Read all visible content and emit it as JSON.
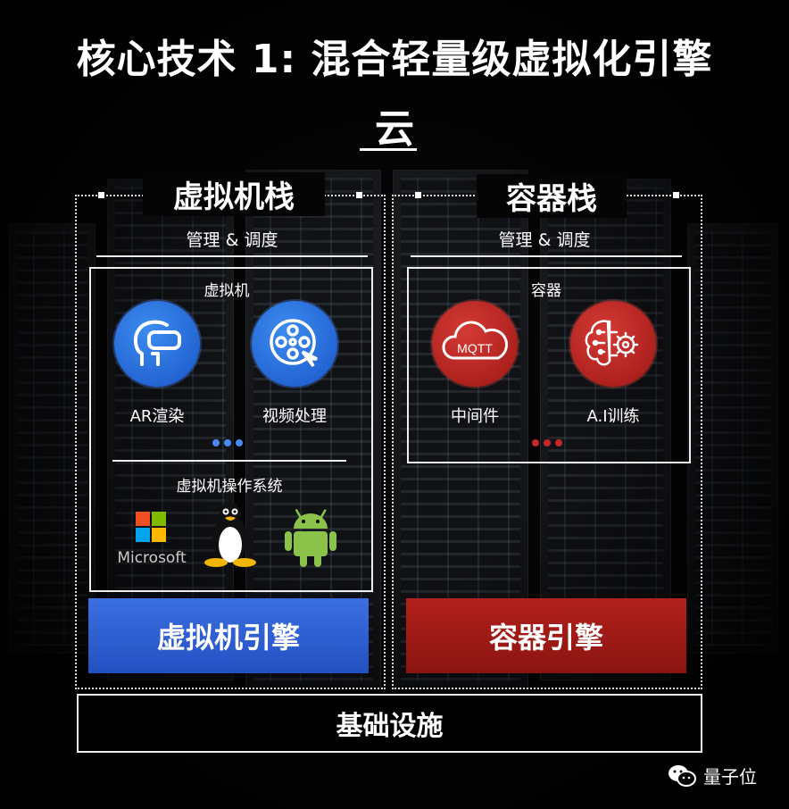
{
  "title": "核心技术 1: 混合轻量级虚拟化引擎",
  "cloud": "云",
  "vm_stack": {
    "title": "虚拟机栈",
    "management": "管理 & 调度",
    "box_label": "虚拟机",
    "apps": [
      {
        "label": "AR渲染",
        "icon": "vr-headset-icon"
      },
      {
        "label": "视频处理",
        "icon": "film-reel-icon"
      }
    ],
    "os_label": "虚拟机操作系统",
    "os_logos": [
      {
        "label": "Microsoft",
        "icon": "windows-logo-icon"
      },
      {
        "icon": "linux-tux-icon"
      },
      {
        "icon": "android-logo-icon"
      }
    ],
    "engine": "虚拟机引擎",
    "dots_color": "#3b82f6",
    "engine_color": "#2f5fd6"
  },
  "container_stack": {
    "title": "容器栈",
    "management": "管理 & 调度",
    "box_label": "容器",
    "apps": [
      {
        "label": "中间件",
        "icon": "mqtt-cloud-icon",
        "icon_text": "MQTT"
      },
      {
        "label": "A.I训练",
        "icon": "brain-gear-icon"
      }
    ],
    "engine": "容器引擎",
    "dots_color": "#c62828",
    "engine_color": "#a31a16"
  },
  "infrastructure": "基础设施",
  "watermark": "量子位"
}
